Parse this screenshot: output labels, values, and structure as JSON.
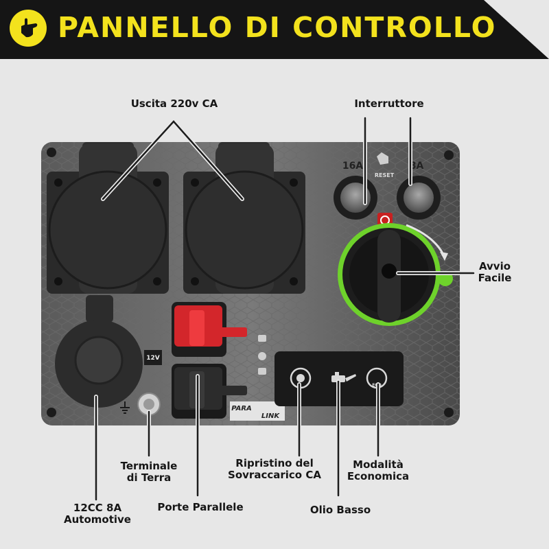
{
  "header": {
    "title": "PANNELLO DI CONTROLLO",
    "accent_color": "#f3e21d",
    "background_color": "#151515",
    "logo_icon": "pointing-hand-icon"
  },
  "panel": {
    "switch_left_label": "16A",
    "switch_right_label": "8A",
    "reset_label": "RESET",
    "dc_badge": "12V",
    "paralink_top": "PARA",
    "paralink_bottom": "LINK",
    "eco_badge": "ECO"
  },
  "callouts": {
    "ac_outlet": "Uscita 220v CA",
    "breaker": "Interruttore",
    "easy_start": "Avvio\nFacile",
    "ground": "Terminale\ndi Terra",
    "overload_reset": "Ripristino del\nSovraccarico CA",
    "eco_mode": "Modalità\nEconomica",
    "dc_outlet": "12CC 8A\nAutomotive",
    "parallel_ports": "Porte Parallele",
    "low_oil": "Olio Basso"
  }
}
